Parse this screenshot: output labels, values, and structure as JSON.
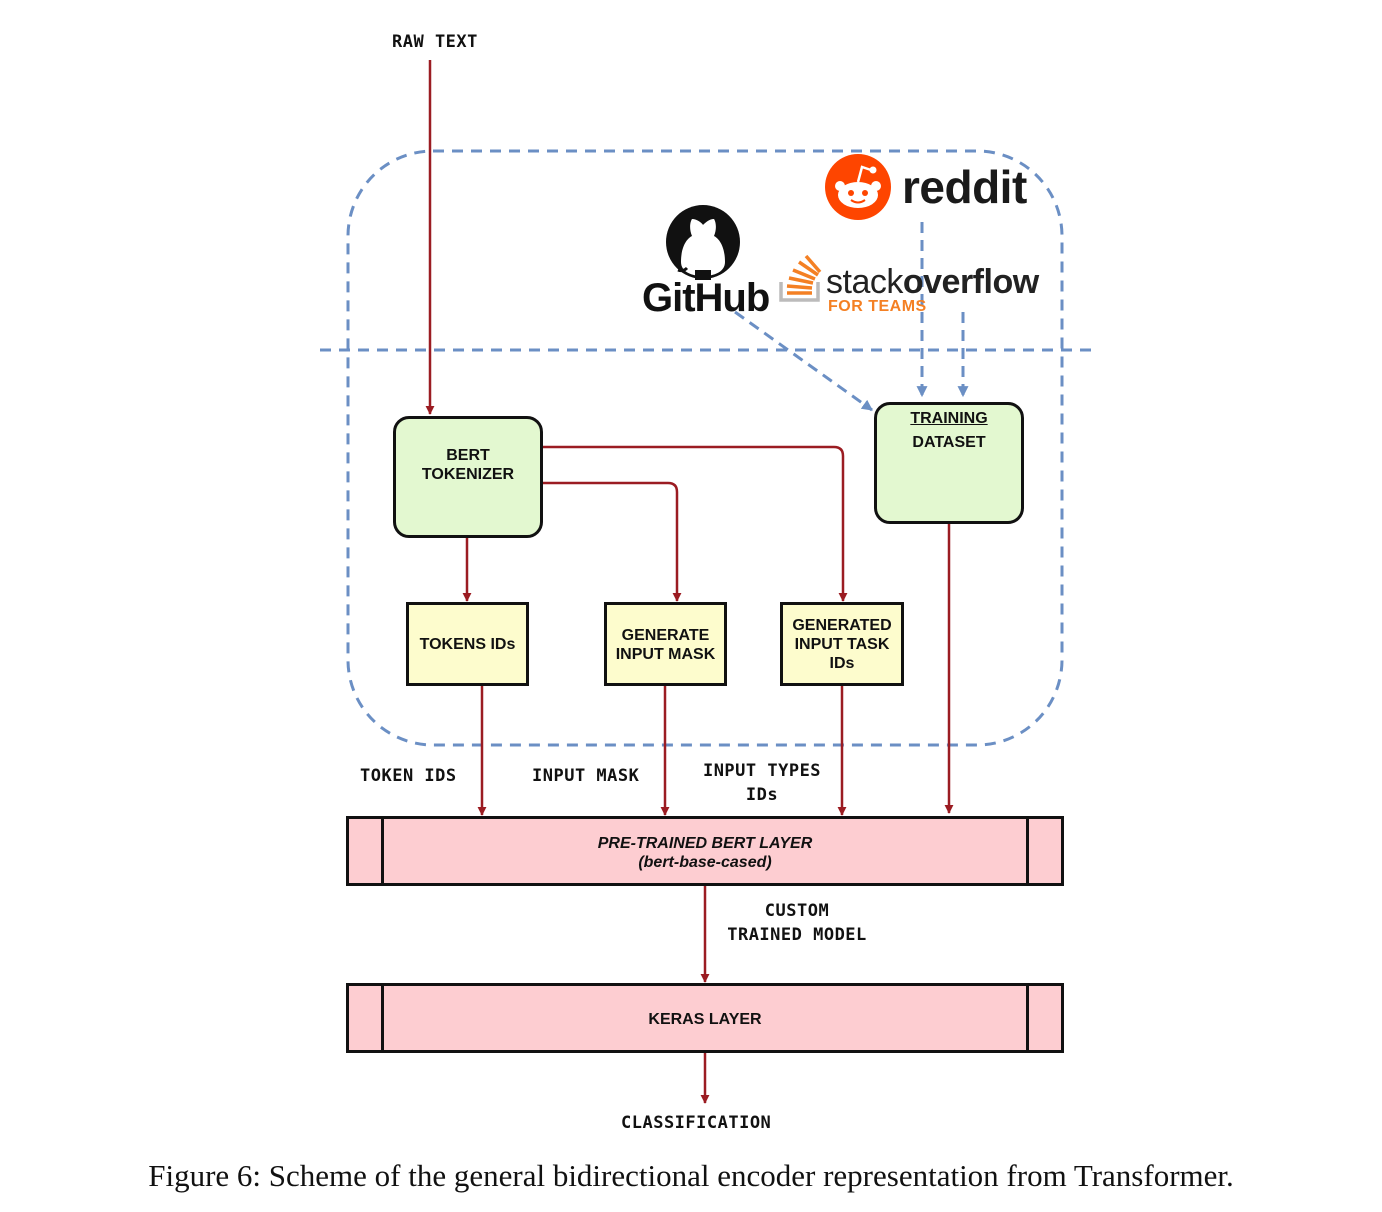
{
  "labels": {
    "raw_text": "RAW TEXT",
    "token_ids": "TOKEN IDS",
    "input_mask": "INPUT MASK",
    "input_types_ids": "INPUT TYPES\nIDs",
    "custom_trained_model": "CUSTOM\nTRAINED MODEL",
    "classification": "CLASSIFICATION"
  },
  "nodes": {
    "bert_tokenizer": "BERT\nTOKENIZER",
    "training_dataset_line1": "TRAINING",
    "training_dataset_line2": "DATASET",
    "tokens_ids": "TOKENS IDs",
    "generate_input_mask": "GENERATE\nINPUT MASK",
    "generated_input_task_ids": "GENERATED\nINPUT TASK\nIDs",
    "pretrained_bert_layer_line1": "PRE-TRAINED BERT LAYER",
    "pretrained_bert_layer_line2": "(bert-base-cased)",
    "keras_layer": "KERAS LAYER"
  },
  "logos": {
    "reddit": "reddit",
    "github": "GitHub",
    "stackoverflow_stack": "stack",
    "stackoverflow_overflow": "overflow",
    "stackoverflow_teams": "FOR TEAMS"
  },
  "caption": "Figure 6: Scheme of the general bidirectional encoder representation from Transformer.",
  "colors": {
    "arrow_red": "#9b1c22",
    "dashed_blue": "#6b8fc4",
    "green_box": "#e3f8d0",
    "yellow_box": "#fdfccd",
    "pink_box": "#fdcdd1",
    "reddit_orange": "#fe4500",
    "stackoverflow_orange": "#f48024"
  }
}
